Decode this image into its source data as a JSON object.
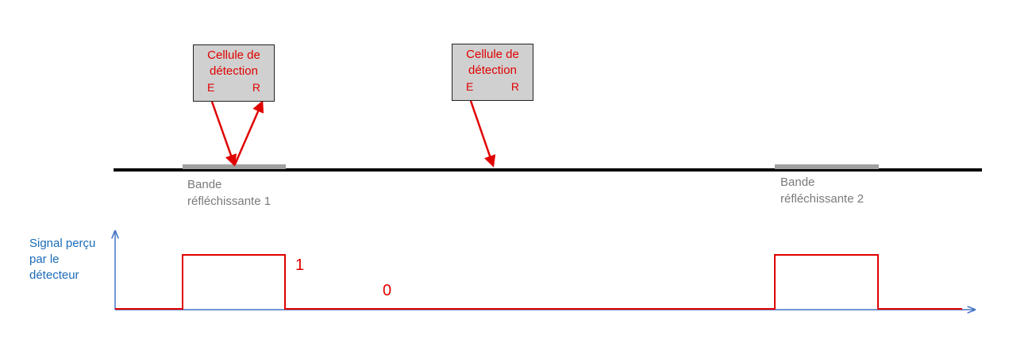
{
  "cells": [
    {
      "line1": "Cellule de",
      "line2": "détection",
      "emitter": "E",
      "receiver": "R"
    },
    {
      "line1": "Cellule de",
      "line2": "détection",
      "emitter": "E",
      "receiver": "R"
    }
  ],
  "bands": [
    {
      "line1": "Bande",
      "line2": "réfléchissante 1"
    },
    {
      "line1": "Bande",
      "line2": "réfléchissante 2"
    }
  ],
  "signal_axis": {
    "line1": "Signal perçu",
    "line2": "par le",
    "line3": "détecteur"
  },
  "signal_levels": {
    "high": "1",
    "low": "0"
  },
  "colors": {
    "signal": "#e00000",
    "axis": "#4472c4",
    "band": "#a0a0a0",
    "track": "#000000",
    "cell_fill": "#d0d0d0",
    "label_text": "#e00000",
    "axis_text": "#1a6bb8",
    "band_text": "#7a7a7a"
  }
}
